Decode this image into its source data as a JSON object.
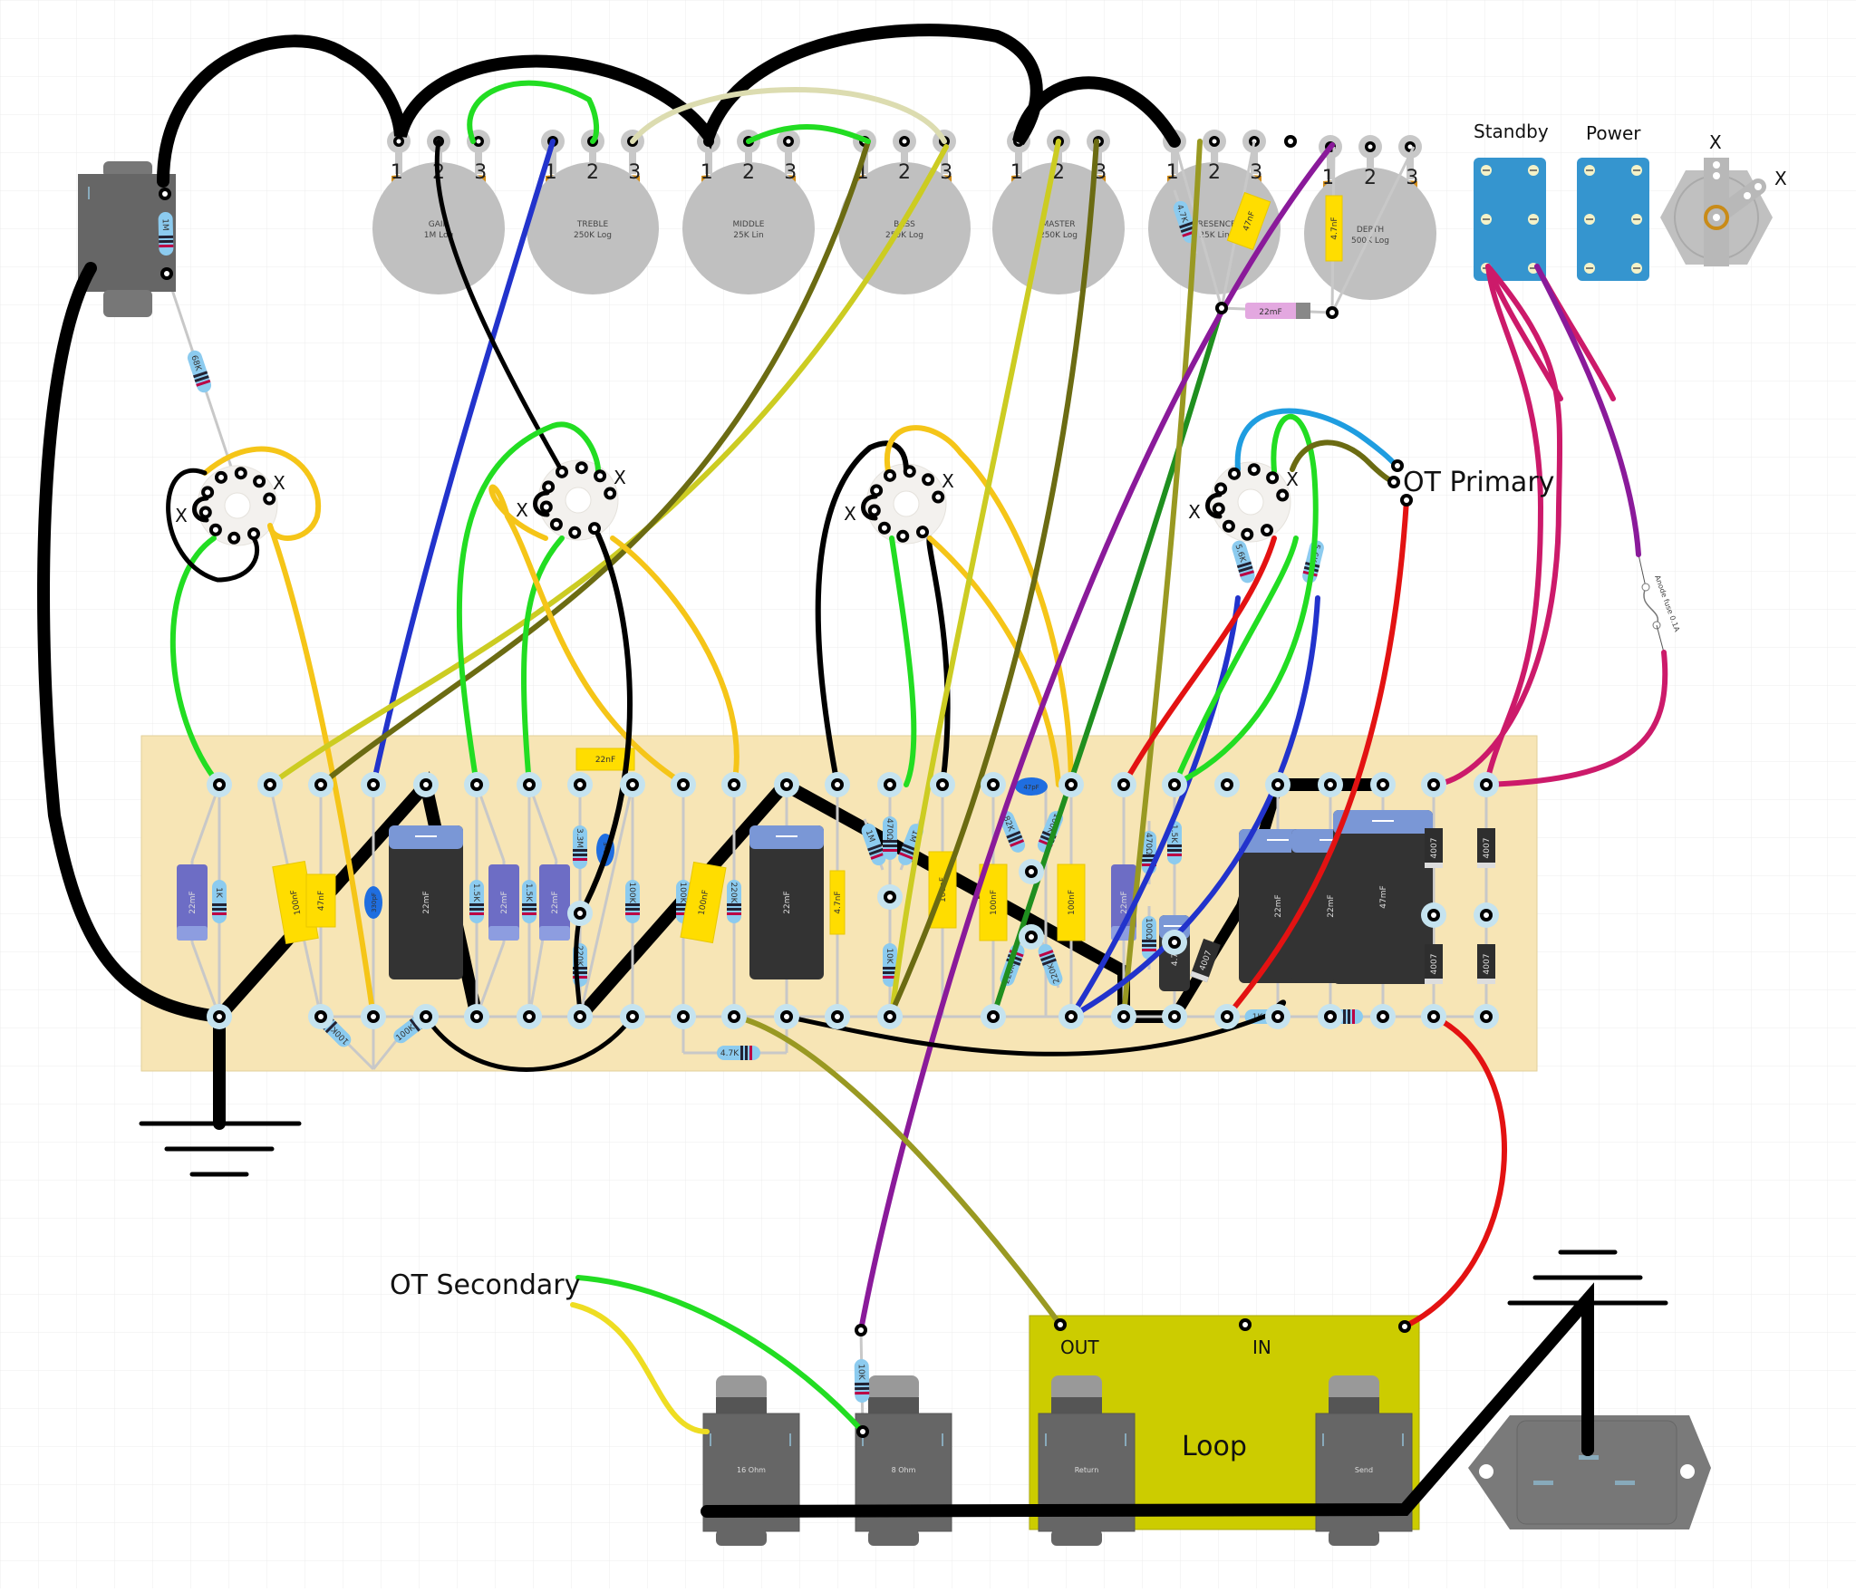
{
  "diagram": {
    "title": "Guitar amplifier turret board layout",
    "colors": {
      "background": "#ffffff",
      "grid": "#eeeeee",
      "board": "#f7e5b5",
      "eyelet": "#c5e3ef",
      "pot_body": "#c0c0c0",
      "pot_lug_strip": "#d48f1a",
      "switch": "#3595cf",
      "loop_board": "#cccc00",
      "jack": "#666666",
      "cap_film": "#ffdd00",
      "cap_electrolytic": "#6d6dc5",
      "cap_can": "#333333",
      "cap_can_top": "#7a97d6",
      "resistor": "#8ccbef",
      "ground_wire": "#000000"
    },
    "wire_colors": [
      "#000000",
      "#22dd22",
      "#2233cc",
      "#f5c518",
      "#cccc22",
      "#6b6b12",
      "#8a1a9a",
      "#cc1a6a",
      "#e31212",
      "#1f9de0",
      "#1f8f1f",
      "#999922"
    ]
  },
  "pots": [
    {
      "name": "GAIN",
      "value": "1M Log",
      "lugs": [
        "1",
        "2",
        "3"
      ]
    },
    {
      "name": "TREBLE",
      "value": "250K Log",
      "lugs": [
        "1",
        "2",
        "3"
      ]
    },
    {
      "name": "MIDDLE",
      "value": "25K Lin",
      "lugs": [
        "1",
        "2",
        "3"
      ]
    },
    {
      "name": "BASS",
      "value": "250K Log",
      "lugs": [
        "1",
        "2",
        "3"
      ]
    },
    {
      "name": "MASTER",
      "value": "250K Log",
      "lugs": [
        "1",
        "2",
        "3"
      ]
    },
    {
      "name": "PRESENCE",
      "value": "25K Lin",
      "lugs": [
        "1",
        "2",
        "3"
      ]
    },
    {
      "name": "DEPTH",
      "value": "500K Log",
      "lugs": [
        "1",
        "2",
        "3"
      ]
    }
  ],
  "pot_parts": {
    "presence_resistor": "4.7K",
    "presence_cap": "47nF",
    "depth_cap": "4.7nF",
    "bridge_cap": "22mF"
  },
  "switches": {
    "standby": "Standby",
    "power": "Power",
    "selector_marks": [
      "X",
      "X"
    ]
  },
  "input": {
    "resistor_top": "1M",
    "resistor_grid": "68K"
  },
  "valves": {
    "unused_pin_mark": "X"
  },
  "labels": {
    "ot_primary": "OT Primary",
    "ot_secondary": "OT Secondary",
    "anode_fuse": "Anode fuse 0.1A",
    "loop": "Loop",
    "loop_out": "OUT",
    "loop_in": "IN"
  },
  "jacks": {
    "speaker_16": "16 Ohm",
    "speaker_8": "8 Ohm",
    "return": "Return",
    "send": "Send",
    "speaker_resistor": "10K"
  },
  "board_parts": {
    "c1": "22mF",
    "r1": "1K",
    "c2": "100nF",
    "c3": "47nF",
    "c4": "330pF",
    "c5": "22mF",
    "r2": "1.5K",
    "c6": "22mF",
    "r3": "1.5K",
    "c7": "22mF",
    "r4": "3.3M",
    "c8": "68pF",
    "r5": "220K",
    "c9": "22nF",
    "r6": "100K",
    "r7": "100K",
    "c10": "100nF",
    "r8": "220K",
    "c11": "22mF",
    "c12": "4.7nF",
    "r9": "1M",
    "r10": "470Ω",
    "r11": "1M",
    "r12": "10K",
    "c13": "100nF",
    "c14": "100nF",
    "r13": "82K",
    "r14": "100K",
    "c15": "47pF",
    "r15": "220K",
    "r16": "220K",
    "c16": "22mF",
    "r17": "470Ω",
    "r18": "1.5K",
    "r19": "100Ω",
    "c17": "4.7mF",
    "d1": "4007",
    "c18": "22mF",
    "c19": "22mF",
    "c20": "47mF",
    "d2": "4007",
    "d3": "4007",
    "d4": "4007",
    "d5": "4007",
    "r20": "1K",
    "r21": "100Ω",
    "r22": "100K",
    "r23": "100K",
    "r24": "4.7K",
    "r25": "5.6K",
    "r26": "5.6K"
  }
}
